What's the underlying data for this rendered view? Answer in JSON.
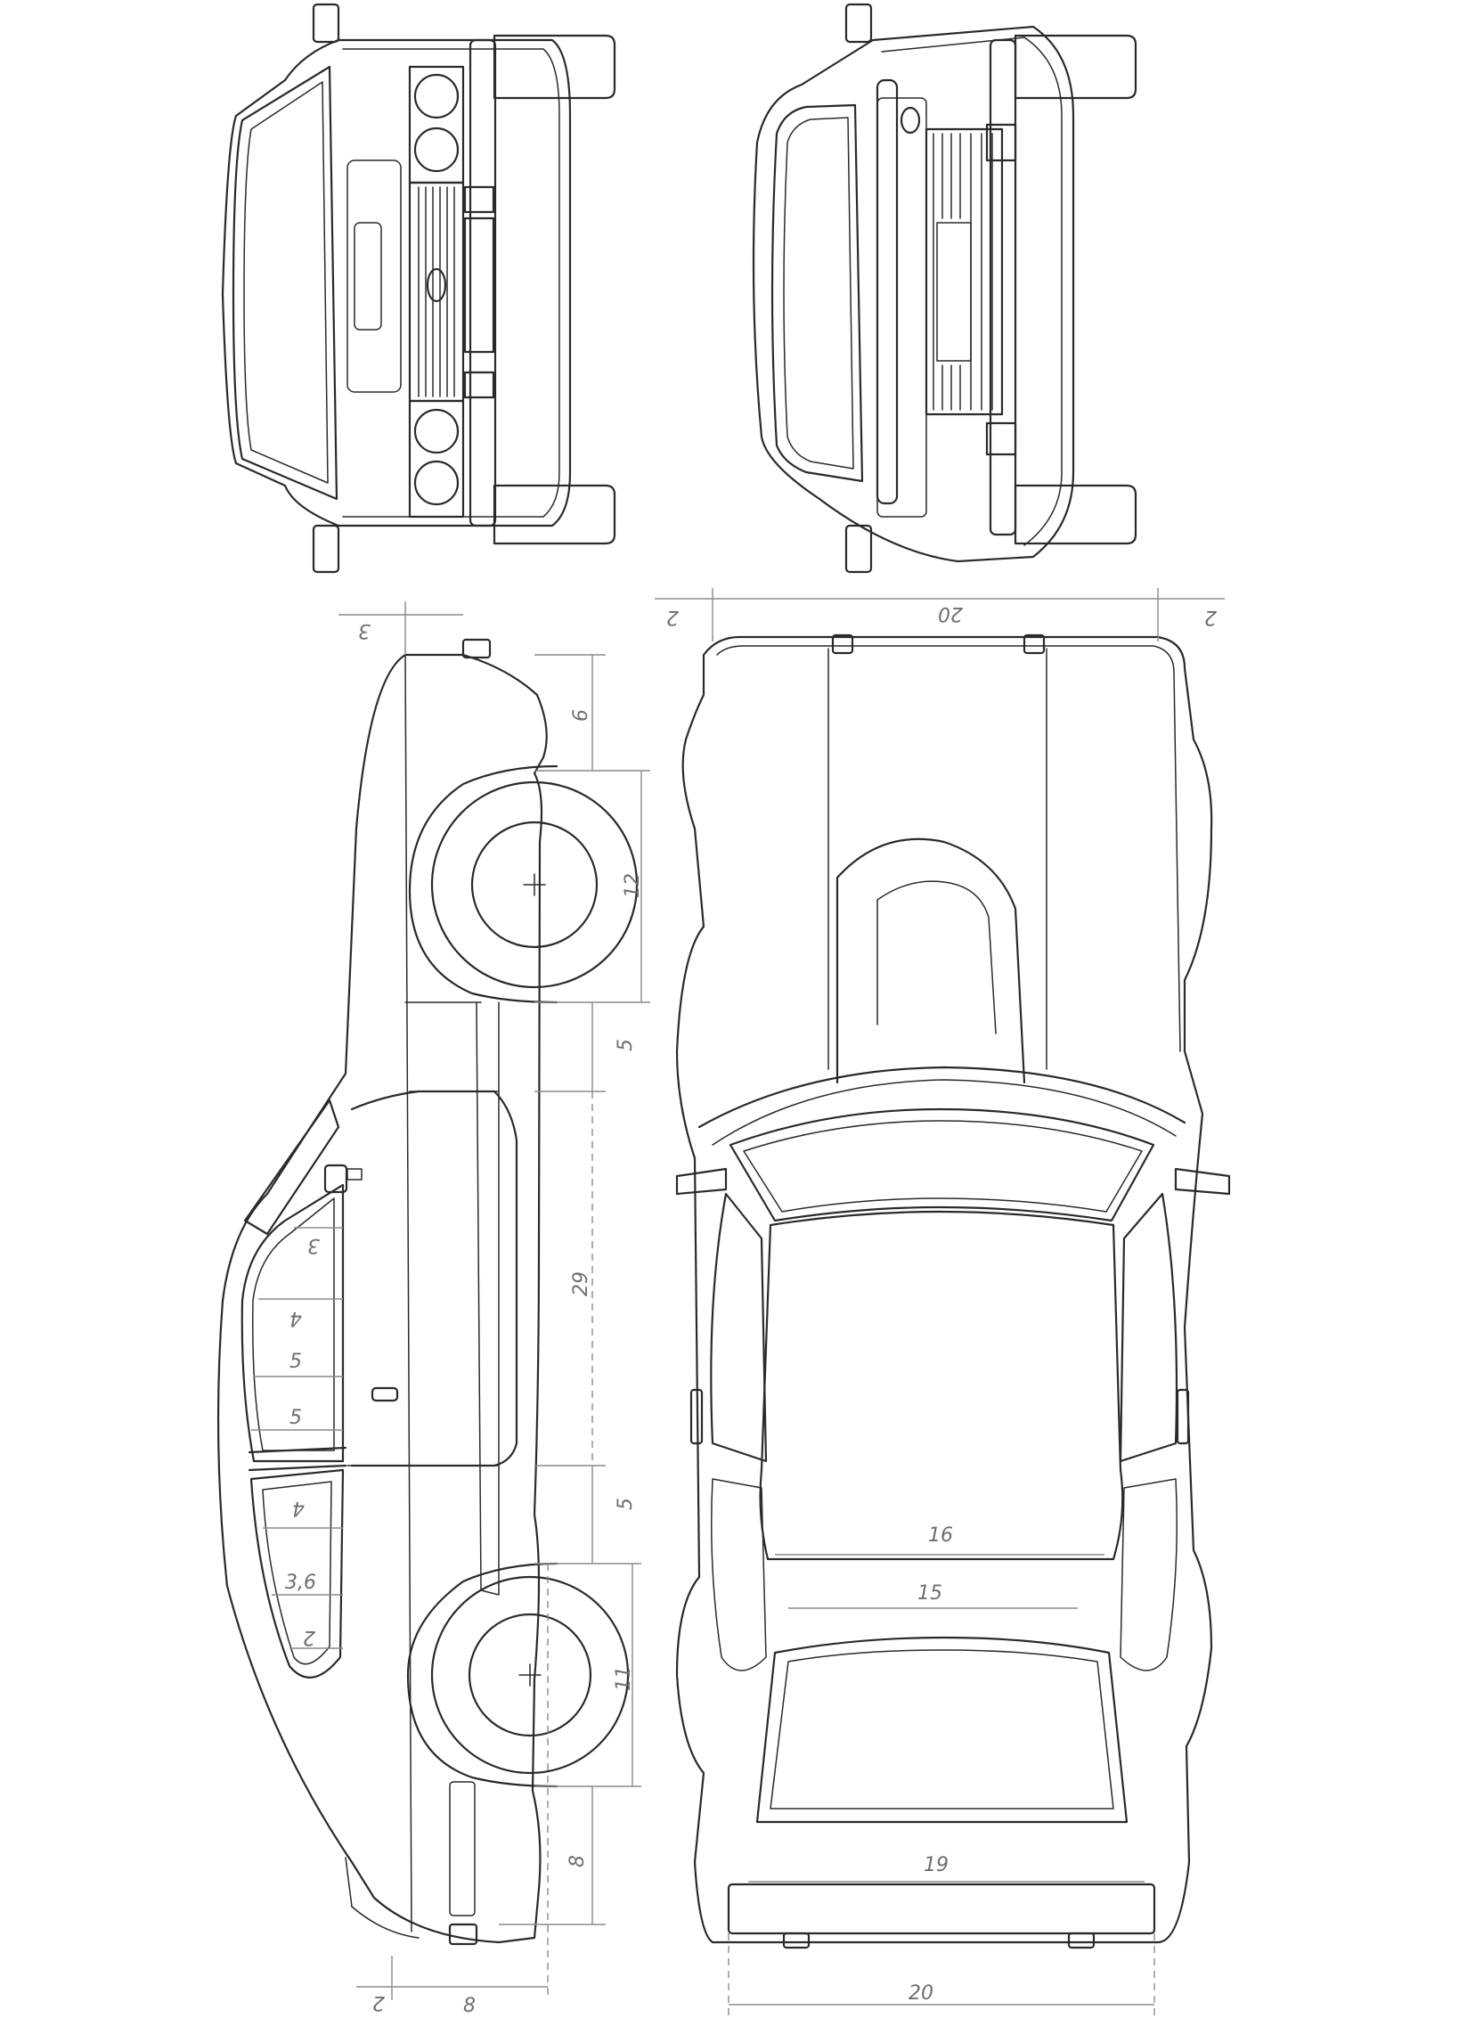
{
  "dimensions": {
    "front_overhang": "3",
    "side_a": "6",
    "side_b": "12",
    "side_c": "5",
    "side_d": "29",
    "side_e": "5",
    "side_f": "11",
    "side_g": "8",
    "bottom_a": "2",
    "bottom_b": "8",
    "window_a": "3",
    "window_b": "4",
    "window_c": "5",
    "window_d": "5",
    "window_e": "4",
    "window_f": "3,6",
    "window_g": "2",
    "top_width": "20",
    "top_left_offset": "2",
    "top_right_offset": "2",
    "rear_16": "16",
    "rear_15": "15",
    "rear_19": "19",
    "rear_20": "20"
  },
  "colors": {
    "line": "#2a2a2a",
    "dimension": "#8a8a8a",
    "background": "#ffffff"
  }
}
